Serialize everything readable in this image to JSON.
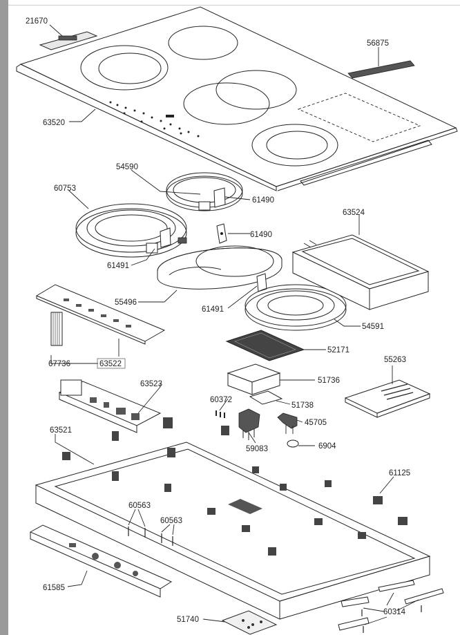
{
  "parts": [
    {
      "id": "p21670",
      "label": "21670"
    },
    {
      "id": "p56875",
      "label": "56875"
    },
    {
      "id": "p63520",
      "label": "63520"
    },
    {
      "id": "p54590",
      "label": "54590"
    },
    {
      "id": "p60753",
      "label": "60753"
    },
    {
      "id": "p61490a",
      "label": "61490"
    },
    {
      "id": "p61490b",
      "label": "61490"
    },
    {
      "id": "p63524",
      "label": "63524"
    },
    {
      "id": "p61491a",
      "label": "61491"
    },
    {
      "id": "p55496",
      "label": "55496"
    },
    {
      "id": "p61491b",
      "label": "61491"
    },
    {
      "id": "p54591",
      "label": "54591"
    },
    {
      "id": "p52171",
      "label": "52171"
    },
    {
      "id": "p67736",
      "label": "67736"
    },
    {
      "id": "p63522",
      "label": "63522"
    },
    {
      "id": "p55263",
      "label": "55263"
    },
    {
      "id": "p51736",
      "label": "51736"
    },
    {
      "id": "p63523",
      "label": "63523"
    },
    {
      "id": "p60372",
      "label": "60372"
    },
    {
      "id": "p51738",
      "label": "51738"
    },
    {
      "id": "p63521",
      "label": "63521"
    },
    {
      "id": "p45705",
      "label": "45705"
    },
    {
      "id": "p59083",
      "label": "59083"
    },
    {
      "id": "p6904",
      "label": "6904"
    },
    {
      "id": "p61125",
      "label": "61125"
    },
    {
      "id": "p60563a",
      "label": "60563"
    },
    {
      "id": "p60563b",
      "label": "60563"
    },
    {
      "id": "p61585",
      "label": "61585"
    },
    {
      "id": "p60314",
      "label": "60314"
    },
    {
      "id": "p51740",
      "label": "51740"
    }
  ]
}
